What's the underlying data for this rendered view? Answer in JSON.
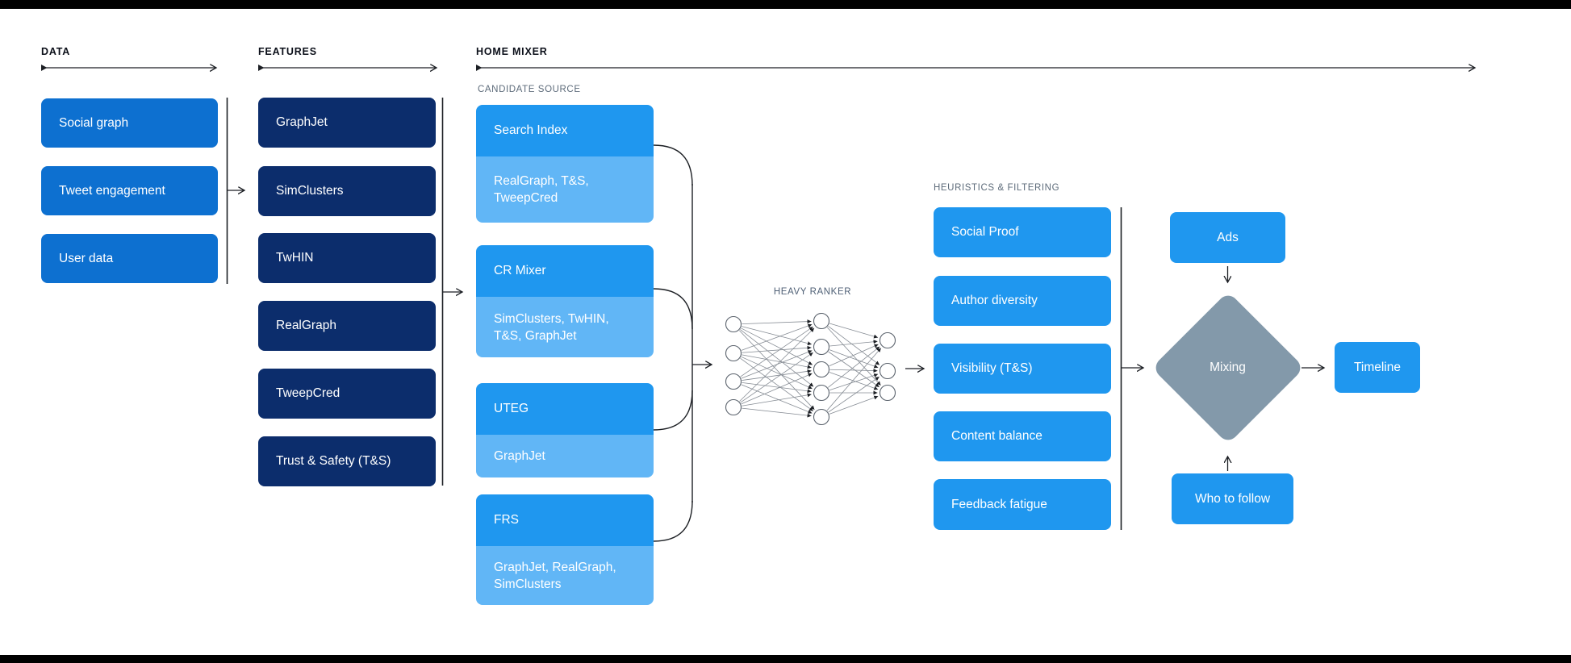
{
  "colors": {
    "data_box_blue": "#0d70d0",
    "feature_box_navy": "#0c2d6c",
    "bright_blue": "#1f97ef",
    "light_blue": "#61b6f6",
    "diamond_gray": "#8399aa",
    "connector_line": "#1c1f24",
    "frame_bar": "#000000",
    "subheader_gray": "#5d6b7a"
  },
  "headers": {
    "data": "DATA",
    "features": "FEATURES",
    "home_mixer": "HOME MIXER"
  },
  "subheaders": {
    "candidate_source": "CANDIDATE SOURCE",
    "heavy_ranker": "HEAVY RANKER",
    "heuristics": "HEURISTICS & FILTERING"
  },
  "data_column": {
    "items": [
      "Social graph",
      "Tweet engagement",
      "User data"
    ]
  },
  "features_column": {
    "items": [
      "GraphJet",
      "SimClusters",
      "TwHIN",
      "RealGraph",
      "TweepCred",
      "Trust & Safety (T&S)"
    ]
  },
  "candidate_source": {
    "groups": [
      {
        "title": "Search Index",
        "sources": "RealGraph, T&S, TweepCred"
      },
      {
        "title": "CR Mixer",
        "sources": "SimClusters, TwHIN, T&S, GraphJet"
      },
      {
        "title": "UTEG",
        "sources": "GraphJet"
      },
      {
        "title": "FRS",
        "sources": "GraphJet, RealGraph, SimClusters"
      }
    ]
  },
  "heuristics_column": {
    "items": [
      "Social Proof",
      "Author diversity",
      "Visibility (T&S)",
      "Content balance",
      "Feedback fatigue"
    ]
  },
  "output_nodes": {
    "ads": "Ads",
    "mixing": "Mixing",
    "who_to_follow": "Who to follow",
    "timeline": "Timeline"
  }
}
